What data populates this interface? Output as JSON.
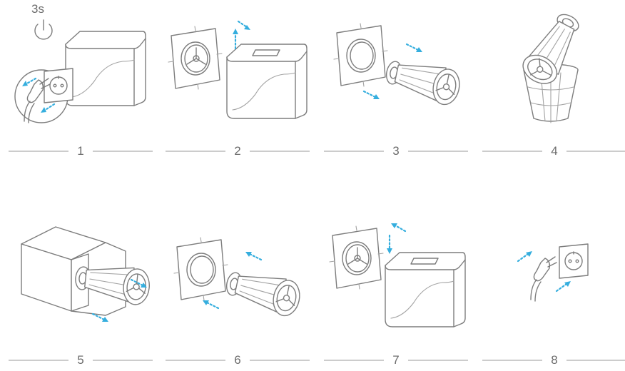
{
  "steps": [
    {
      "number": "1",
      "timer": "3s"
    },
    {
      "number": "2"
    },
    {
      "number": "3"
    },
    {
      "number": "4"
    },
    {
      "number": "5"
    },
    {
      "number": "6"
    },
    {
      "number": "7"
    },
    {
      "number": "8"
    }
  ],
  "colors": {
    "line": "#7d7d7d",
    "arrow": "#35aede",
    "text": "#6b6b6b"
  },
  "icons": [
    "power-icon",
    "plug-icon",
    "device-box-icon",
    "wall-panel-icon",
    "fan-tube-icon",
    "trash-bin-icon",
    "packaging-box-icon",
    "direction-arrow-icon"
  ]
}
